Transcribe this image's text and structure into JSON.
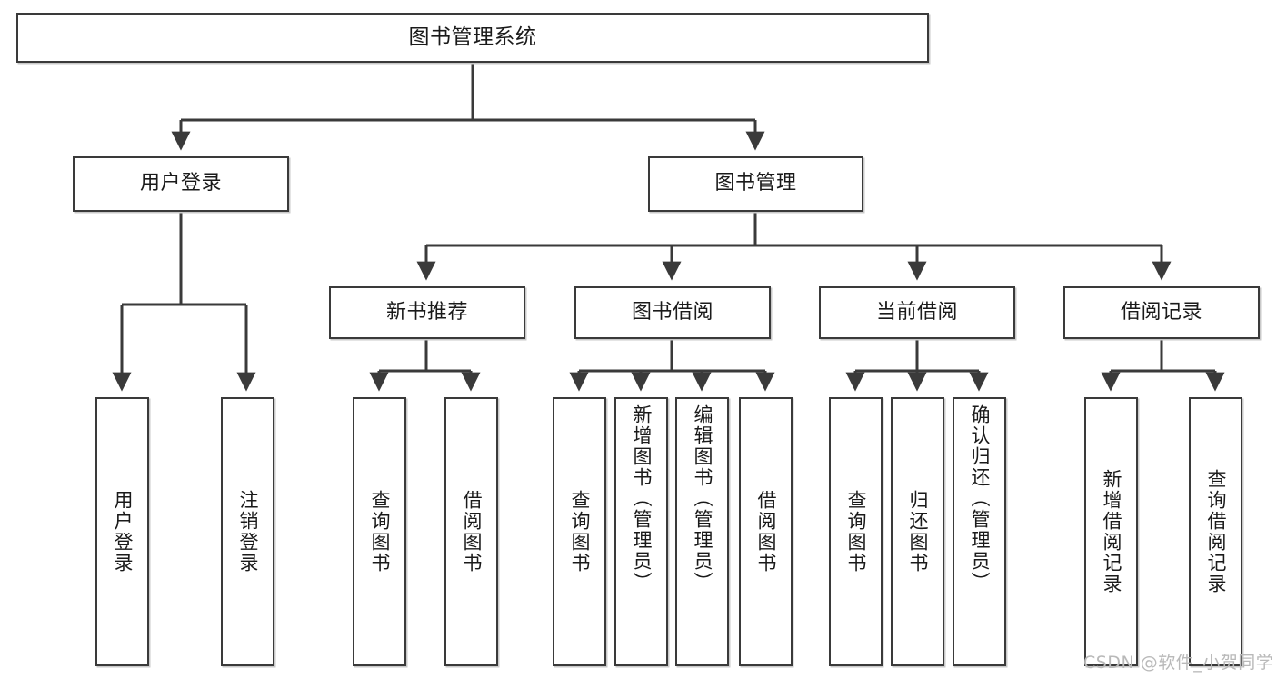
{
  "diagram": {
    "type": "tree",
    "title": "图书管理系统",
    "watermark": "CSDN @软件_小贺同学",
    "colors": {
      "border": "#3a3a3a",
      "fill": "#ffffff",
      "line": "#3a3a3a",
      "text": "#1a1a1a",
      "watermark": "#b9b9b9",
      "shadow": "#c9c9c9"
    },
    "nodes": {
      "root": {
        "label": "图书管理系统"
      },
      "level2": [
        {
          "id": "user-login",
          "label": "用户登录"
        },
        {
          "id": "book-manage",
          "label": "图书管理"
        }
      ],
      "level3": [
        {
          "id": "new-book-recommend",
          "label": "新书推荐"
        },
        {
          "id": "book-borrow",
          "label": "图书借阅"
        },
        {
          "id": "current-borrow",
          "label": "当前借阅"
        },
        {
          "id": "borrow-record",
          "label": "借阅记录"
        }
      ],
      "leaves": [
        {
          "id": "leaf-user-login",
          "label": "用户登录",
          "parent": "user-login"
        },
        {
          "id": "leaf-user-logout",
          "label": "注销登录",
          "parent": "user-login"
        },
        {
          "id": "leaf-query-book-1",
          "label": "查询图书",
          "parent": "new-book-recommend"
        },
        {
          "id": "leaf-borrow-book-1",
          "label": "借阅图书",
          "parent": "new-book-recommend"
        },
        {
          "id": "leaf-query-book-2",
          "label": "查询图书",
          "parent": "book-borrow"
        },
        {
          "id": "leaf-add-book",
          "label": "新增图书（管理员）",
          "parent": "book-borrow"
        },
        {
          "id": "leaf-edit-book",
          "label": "编辑图书（管理员）",
          "parent": "book-borrow"
        },
        {
          "id": "leaf-borrow-book-2",
          "label": "借阅图书",
          "parent": "book-borrow"
        },
        {
          "id": "leaf-query-book-3",
          "label": "查询图书",
          "parent": "current-borrow"
        },
        {
          "id": "leaf-return-book",
          "label": "归还图书",
          "parent": "current-borrow"
        },
        {
          "id": "leaf-confirm-return",
          "label": "确认归还（管理员）",
          "parent": "current-borrow"
        },
        {
          "id": "leaf-add-record",
          "label": "新增借阅记录",
          "parent": "borrow-record"
        },
        {
          "id": "leaf-query-record",
          "label": "查询借阅记录",
          "parent": "borrow-record"
        }
      ]
    }
  }
}
